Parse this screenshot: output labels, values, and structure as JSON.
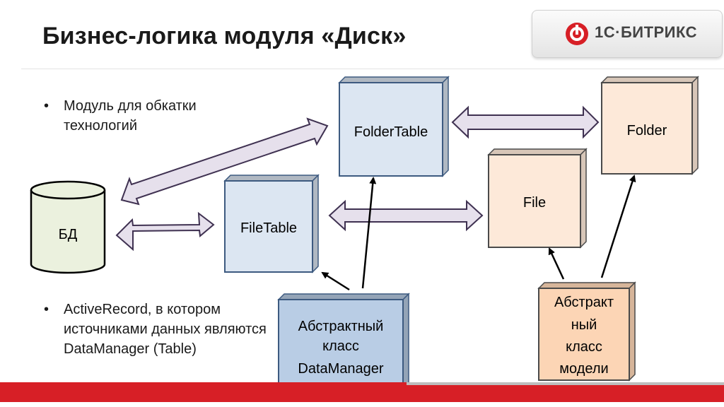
{
  "slide": {
    "title": "Бизнес-логика модуля «Диск»",
    "bullets_top": [
      "Модуль для обкатки технологий"
    ],
    "bullets_bottom": [
      "ActiveRecord, в котором источниками данных являются DataManager (Table)"
    ]
  },
  "logo": {
    "text": "1С·БИТРИКС",
    "icon": "bitrix-logo-icon",
    "brand_color": "#d71f26"
  },
  "diagram": {
    "db_label": "БД",
    "folder_table": "FolderTable",
    "file_table": "FileTable",
    "file": "File",
    "folder": "Folder",
    "data_manager_lines": [
      "Абстрактный",
      "класс",
      "DataManager"
    ],
    "model_lines": [
      "Абстракт",
      "ный",
      "класс",
      "модели"
    ]
  },
  "colors": {
    "table_fill": "#dce6f2",
    "table_stroke": "#3d5a80",
    "entity_fill": "#fde9d9",
    "entity_stroke": "#4a4a4a",
    "datamanager_fill": "#b9cde5",
    "model_fill": "#fcd5b5",
    "db_fill": "#ebf1de",
    "arrow_fill": "#e6e0ec",
    "arrow_stroke": "#3f3151"
  }
}
